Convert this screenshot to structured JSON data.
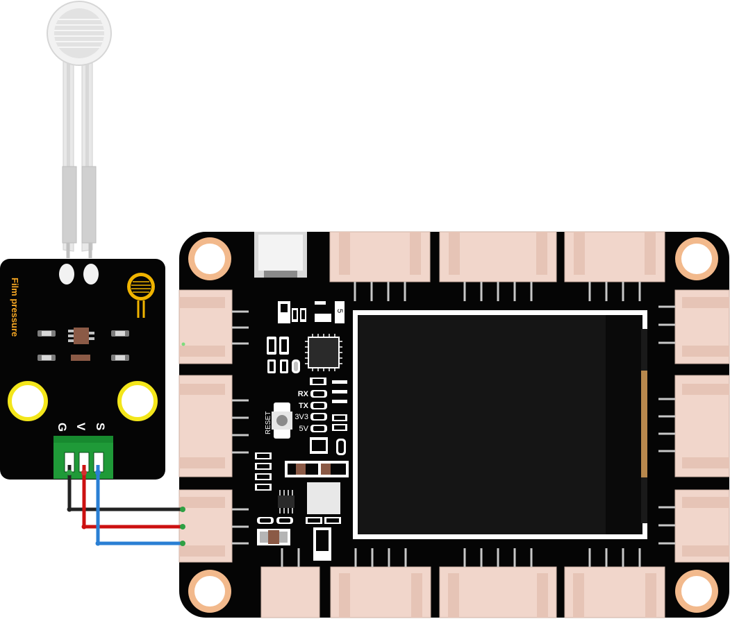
{
  "sensor_module": {
    "label": "Film pressure",
    "pins": {
      "ground": "G",
      "voltage": "V",
      "signal": "S"
    }
  },
  "controller_board": {
    "leds": {
      "rx": "RX",
      "tx": "TX",
      "v33": "3V3",
      "v5": "5V"
    },
    "reset_label": "RESET",
    "switch_marker": "5"
  },
  "wires": [
    {
      "from": "G",
      "color": "#222222"
    },
    {
      "from": "V",
      "color": "#cc1111"
    },
    {
      "from": "S",
      "color": "#2a7fd4"
    }
  ],
  "colors": {
    "pcb": "#050505",
    "mount_ring": "#f2b98c",
    "sensor_hole": "#f3e61b",
    "terminal": "#1f9a38",
    "display": "#151515",
    "connector": "#f1d6cb"
  }
}
